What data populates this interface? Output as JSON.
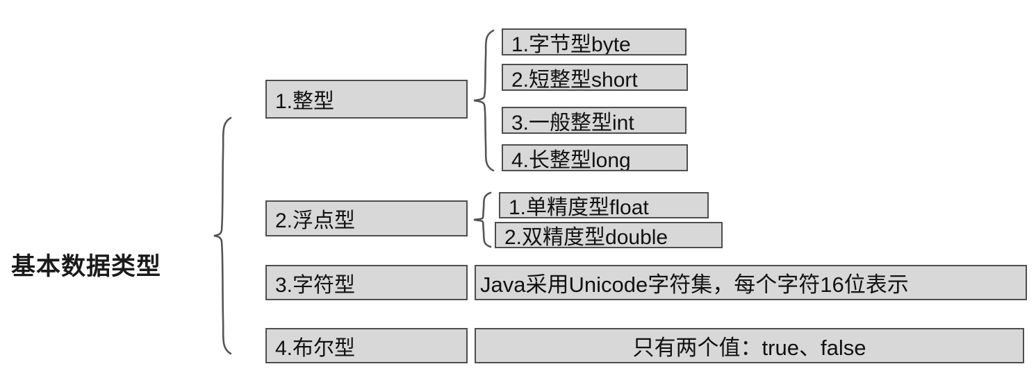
{
  "diagram": {
    "root": {
      "label": "基本数据类型"
    },
    "categories": [
      {
        "label": "1.整型",
        "children": [
          {
            "label": "1.字节型byte"
          },
          {
            "label": "2.短整型short"
          },
          {
            "label": "3.一般整型int"
          },
          {
            "label": "4.长整型long"
          }
        ]
      },
      {
        "label": "2.浮点型",
        "children": [
          {
            "label": "1.单精度型float"
          },
          {
            "label": "2.双精度型double"
          }
        ]
      },
      {
        "label": "3.字符型",
        "description": "Java采用Unicode字符集，每个字符16位表示"
      },
      {
        "label": "4.布尔型",
        "description": "只有两个值：true、false"
      }
    ]
  },
  "colors": {
    "box_fill": "#d8d8d8",
    "box_border": "#4d4d4d",
    "text": "#111111",
    "brace_stroke": "#555555",
    "background": "#ffffff"
  }
}
